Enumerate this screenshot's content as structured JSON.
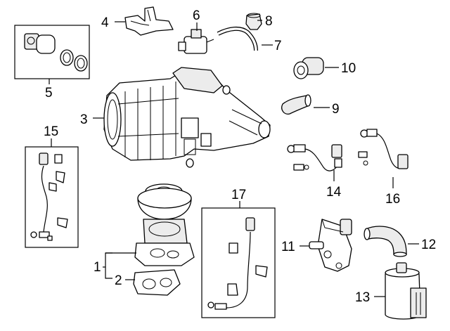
{
  "callouts": [
    "1",
    "2",
    "3",
    "4",
    "5",
    "6",
    "7",
    "8",
    "9",
    "10",
    "11",
    "12",
    "13",
    "14",
    "15",
    "16",
    "17"
  ],
  "parts": [
    {
      "id": "1",
      "icon": "egr-valve-icon"
    },
    {
      "id": "2",
      "icon": "gasket-icon"
    },
    {
      "id": "3",
      "icon": "vapor-canister-icon"
    },
    {
      "id": "4",
      "icon": "bracket-icon"
    },
    {
      "id": "5",
      "icon": "filter-kit-icon"
    },
    {
      "id": "6",
      "icon": "solenoid-valve-icon"
    },
    {
      "id": "7",
      "icon": "vacuum-hose-icon"
    },
    {
      "id": "8",
      "icon": "cap-icon"
    },
    {
      "id": "9",
      "icon": "hose-icon"
    },
    {
      "id": "10",
      "icon": "sensor-icon"
    },
    {
      "id": "11",
      "icon": "purge-valve-icon"
    },
    {
      "id": "12",
      "icon": "elbow-hose-icon"
    },
    {
      "id": "13",
      "icon": "ignition-coil-icon"
    },
    {
      "id": "14",
      "icon": "oxygen-sensor-icon"
    },
    {
      "id": "15",
      "icon": "oxygen-sensor-kit-icon"
    },
    {
      "id": "16",
      "icon": "oxygen-sensor-icon"
    },
    {
      "id": "17",
      "icon": "oxygen-sensor-kit-icon"
    }
  ]
}
